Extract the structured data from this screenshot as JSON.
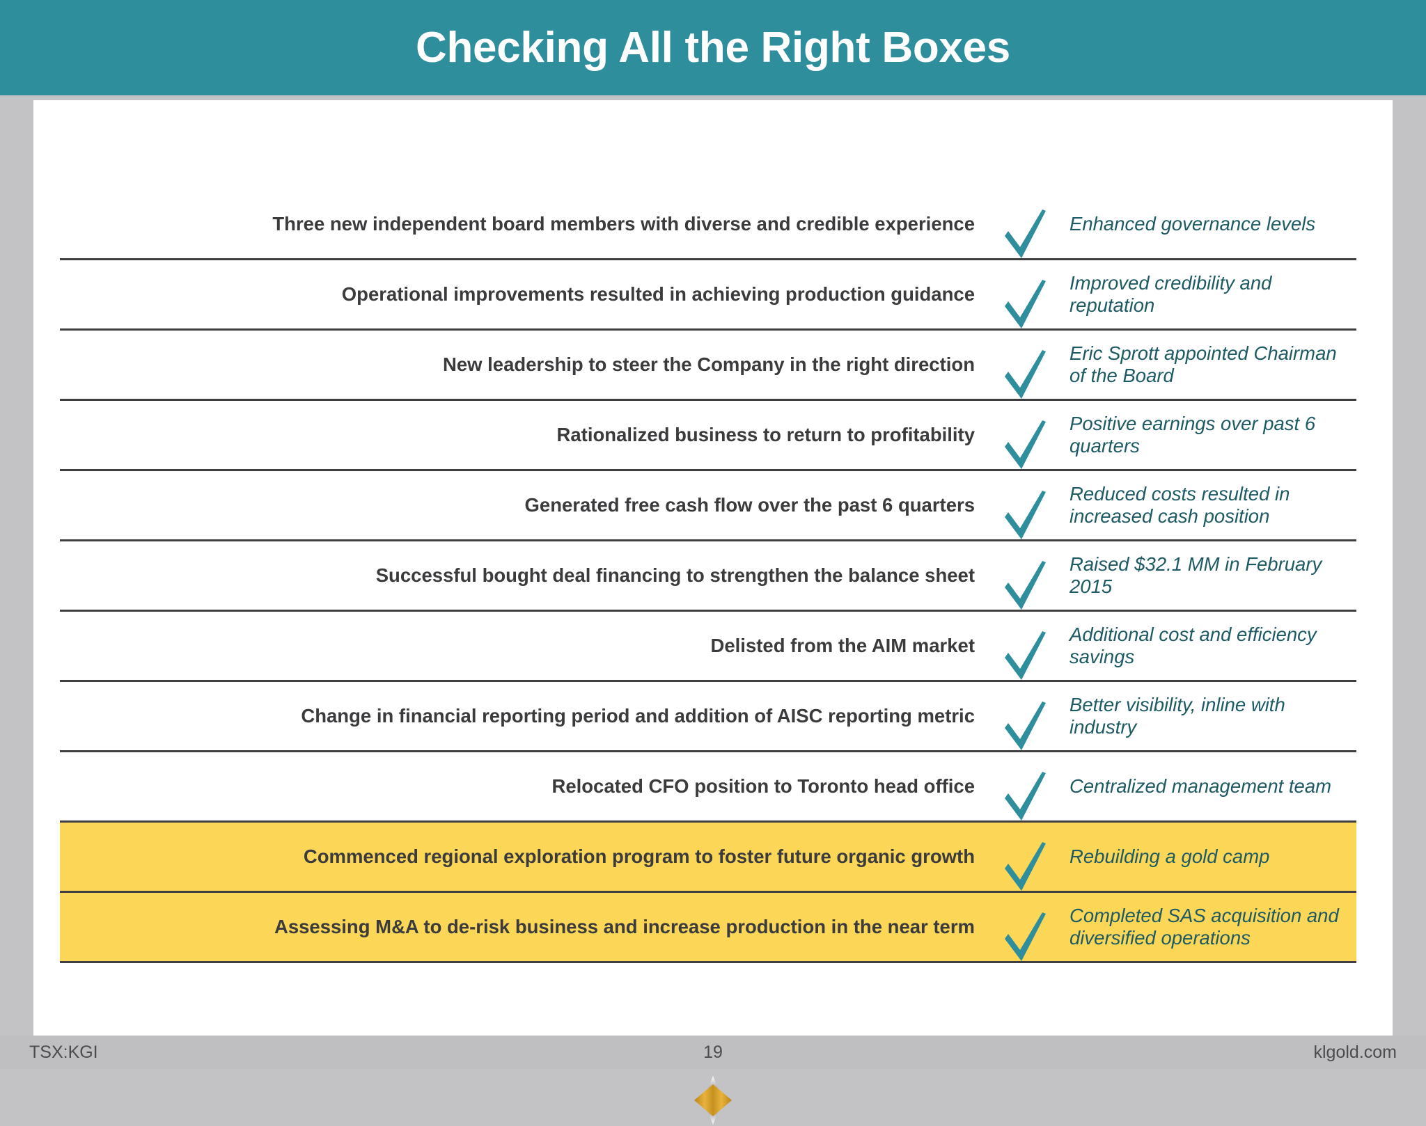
{
  "title": {
    "text": "Checking All the Right Boxes",
    "bar_color": "#2f8e9b",
    "text_color": "#ffffff"
  },
  "colors": {
    "accent_teal": "#2f8e9b",
    "check_teal": "#2f8e9b",
    "right_text_teal": "#1d5a63",
    "left_text_gray": "#3b3b3d",
    "highlight_yellow": "#fcd757",
    "divider_gray": "#3f3f41",
    "page_background": "#ffffff",
    "slide_border_gray": "#c3c3c5",
    "footer_band": "#bfbfc1"
  },
  "table": {
    "check_icon_name": "check-mark-icon",
    "rows": [
      {
        "achievement": "Three new independent board members with diverse and credible experience",
        "outcome": "Enhanced governance levels",
        "highlighted": false
      },
      {
        "achievement": "Operational improvements resulted in achieving production guidance",
        "outcome": "Improved credibility and reputation",
        "highlighted": false
      },
      {
        "achievement": "New leadership to steer the Company in the right direction",
        "outcome": "Eric Sprott appointed Chairman of the Board",
        "highlighted": false
      },
      {
        "achievement": "Rationalized business to return to profitability",
        "outcome": "Positive earnings over past 6 quarters",
        "highlighted": false
      },
      {
        "achievement": "Generated free cash flow over the past 6 quarters",
        "outcome": "Reduced costs resulted in increased cash position",
        "highlighted": false
      },
      {
        "achievement": "Successful bought deal financing to strengthen the balance sheet",
        "outcome": "Raised $32.1 MM in February 2015",
        "highlighted": false
      },
      {
        "achievement": "Delisted from the AIM market",
        "outcome": "Additional cost and efficiency savings",
        "highlighted": false
      },
      {
        "achievement": "Change in financial reporting period and addition of AISC reporting metric",
        "outcome": "Better visibility, inline with industry",
        "highlighted": false
      },
      {
        "achievement": "Relocated CFO position to Toronto head office",
        "outcome": "Centralized management team",
        "highlighted": false
      },
      {
        "achievement": "Commenced regional exploration program to foster future organic growth",
        "outcome": "Rebuilding a gold camp",
        "highlighted": true
      },
      {
        "achievement": "Assessing M&A to de-risk business and increase production in the near term",
        "outcome": "Completed SAS acquisition and diversified operations",
        "highlighted": true
      }
    ]
  },
  "logo": {
    "icon_name": "kirkland-lake-gold-diamond-logo",
    "gold_color": "#d9a32a",
    "gray_color": "#8f9093"
  },
  "footer": {
    "ticker": "TSX:KGI",
    "page_number": "19",
    "website": "klgold.com"
  }
}
